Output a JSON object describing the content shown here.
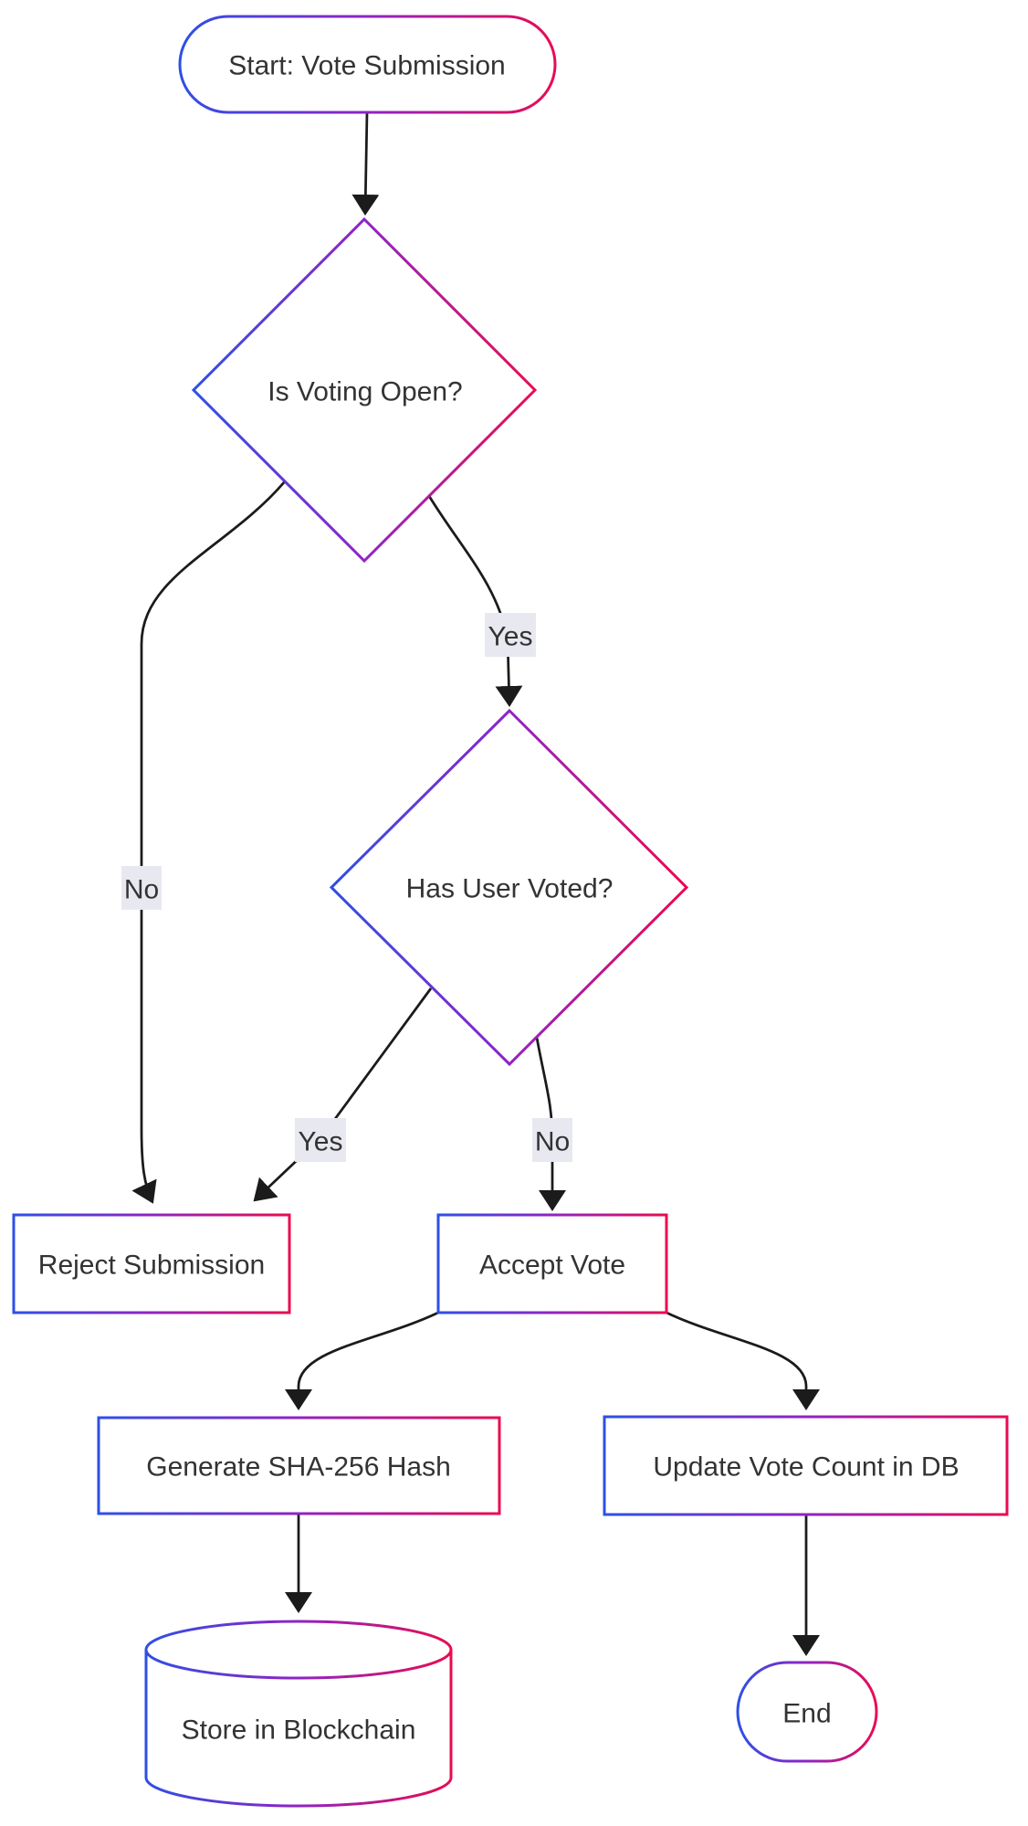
{
  "colors": {
    "gradient_start": "#2e4fe6",
    "gradient_mid": "#8f23c5",
    "gradient_end": "#ea0b51",
    "edge_label_bg": "#e8e8f0",
    "text": "#333333",
    "line": "#1b1b1b",
    "node_fill": "#ffffff"
  },
  "nodes": {
    "start": {
      "label": "Start: Vote Submission",
      "shape": "stadium"
    },
    "is_voting_open": {
      "label": "Is Voting Open?",
      "shape": "diamond"
    },
    "has_user_voted": {
      "label": "Has User Voted?",
      "shape": "diamond"
    },
    "reject": {
      "label": "Reject Submission",
      "shape": "rect"
    },
    "accept": {
      "label": "Accept Vote",
      "shape": "rect"
    },
    "generate_hash": {
      "label": "Generate SHA-256 Hash",
      "shape": "rect"
    },
    "update_db": {
      "label": "Update Vote Count in DB",
      "shape": "rect"
    },
    "store_blockchain": {
      "label": "Store in Blockchain",
      "shape": "cylinder"
    },
    "end": {
      "label": "End",
      "shape": "stadium"
    }
  },
  "edge_labels": {
    "open_yes": "Yes",
    "open_no": "No",
    "voted_yes": "Yes",
    "voted_no": "No"
  },
  "edges": [
    {
      "from": "start",
      "to": "is_voting_open",
      "label": ""
    },
    {
      "from": "is_voting_open",
      "to": "has_user_voted",
      "label": "Yes"
    },
    {
      "from": "is_voting_open",
      "to": "reject",
      "label": "No"
    },
    {
      "from": "has_user_voted",
      "to": "reject",
      "label": "Yes"
    },
    {
      "from": "has_user_voted",
      "to": "accept",
      "label": "No"
    },
    {
      "from": "accept",
      "to": "generate_hash",
      "label": ""
    },
    {
      "from": "accept",
      "to": "update_db",
      "label": ""
    },
    {
      "from": "generate_hash",
      "to": "store_blockchain",
      "label": ""
    },
    {
      "from": "update_db",
      "to": "end",
      "label": ""
    }
  ]
}
